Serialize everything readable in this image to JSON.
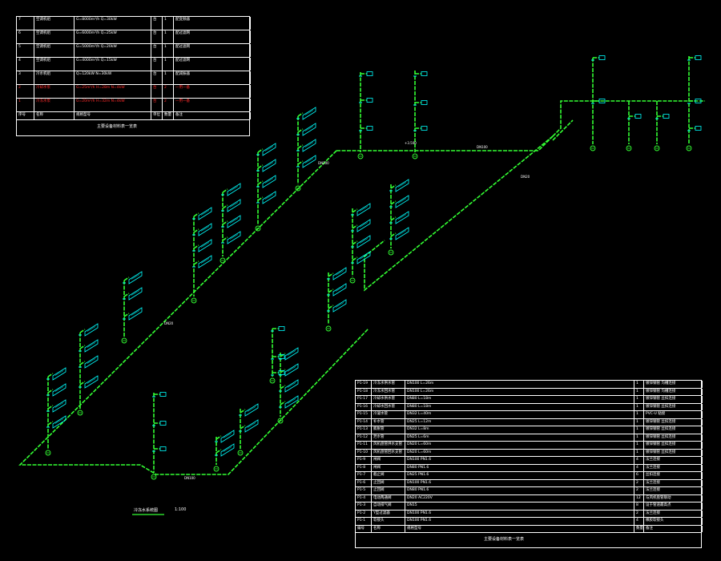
{
  "colors": {
    "background": "#000000",
    "pipe": "#33ff33",
    "valve": "#00ffff",
    "text": "#ffffff",
    "highlight": "#ff2a2a"
  },
  "tables": {
    "top": {
      "caption": "主要设备材料表一览表",
      "rows": [
        {
          "no": "7",
          "name": "空调机组",
          "spec": "G=8000m³/h  Q=30kW",
          "qty": "台",
          "num": "1",
          "remark": "配变频器"
        },
        {
          "no": "6",
          "name": "空调机组",
          "spec": "G=6000m³/h  Q=25kW",
          "qty": "台",
          "num": "1",
          "remark": "配过滤网"
        },
        {
          "no": "5",
          "name": "空调机组",
          "spec": "G=5000m³/h  Q=20kW",
          "qty": "台",
          "num": "1",
          "remark": "配过滤网"
        },
        {
          "no": "4",
          "name": "空调机组",
          "spec": "G=4000m³/h  Q=15kW",
          "qty": "台",
          "num": "1",
          "remark": "配过滤网"
        },
        {
          "no": "3",
          "name": "冷水机组",
          "spec": "Q=120kW  N=30kW",
          "qty": "台",
          "num": "1",
          "remark": "配减振器"
        },
        {
          "no": "2",
          "name": "冷却水泵",
          "spec": "G=25m³/h  H=28m  N=4kW",
          "qty": "台",
          "num": "2",
          "remark": "一用一备",
          "red": true
        },
        {
          "no": "1",
          "name": "冷冻水泵",
          "spec": "G=20m³/h  H=32m  N=4kW",
          "qty": "台",
          "num": "2",
          "remark": "一用一备",
          "red": true
        }
      ],
      "header": {
        "no": "序号",
        "name": "名称",
        "spec": "规格型号",
        "qty": "单位",
        "num": "数量",
        "remark": "备注"
      }
    },
    "bottom": {
      "caption": "主要设备材料表一览表",
      "rows": [
        {
          "no": "P1-19",
          "name": "冷冻水供水管",
          "spec": "DN100  L=26m",
          "num": "1",
          "remark": "镀锌钢管 沟槽连接"
        },
        {
          "no": "P1-18",
          "name": "冷冻水回水管",
          "spec": "DN100  L=26m",
          "num": "1",
          "remark": "镀锌钢管 沟槽连接"
        },
        {
          "no": "P1-17",
          "name": "冷却水供水管",
          "spec": "DN80  L=18m",
          "num": "1",
          "remark": "镀锌钢管 丝扣连接"
        },
        {
          "no": "P1-16",
          "name": "冷却水回水管",
          "spec": "DN80  L=18m",
          "num": "1",
          "remark": "镀锌钢管 丝扣连接"
        },
        {
          "no": "P1-15",
          "name": "冷凝水管",
          "spec": "DN32  L=40m",
          "num": "1",
          "remark": "PVC-U 粘接"
        },
        {
          "no": "P1-14",
          "name": "补水管",
          "spec": "DN25  L=12m",
          "num": "1",
          "remark": "镀锌钢管 丝扣连接"
        },
        {
          "no": "P1-13",
          "name": "膨胀管",
          "spec": "DN32  L=8m",
          "num": "1",
          "remark": "镀锌钢管 丝扣连接"
        },
        {
          "no": "P1-12",
          "name": "泄水管",
          "spec": "DN25  L=6m",
          "num": "1",
          "remark": "镀锌钢管 丝扣连接"
        },
        {
          "no": "P1-11",
          "name": "风机盘管供水支管",
          "spec": "DN20  L=60m",
          "num": "1",
          "remark": "镀锌钢管 丝扣连接"
        },
        {
          "no": "P1-10",
          "name": "风机盘管回水支管",
          "spec": "DN20  L=60m",
          "num": "1",
          "remark": "镀锌钢管 丝扣连接"
        },
        {
          "no": "P1-9",
          "name": "闸阀",
          "spec": "DN100  PN1.6",
          "num": "4",
          "remark": "法兰连接"
        },
        {
          "no": "P1-8",
          "name": "闸阀",
          "spec": "DN80  PN1.6",
          "num": "4",
          "remark": "法兰连接"
        },
        {
          "no": "P1-7",
          "name": "截止阀",
          "spec": "DN25  PN1.6",
          "num": "6",
          "remark": "丝扣连接"
        },
        {
          "no": "P1-6",
          "name": "止回阀",
          "spec": "DN100  PN1.6",
          "num": "2",
          "remark": "法兰连接"
        },
        {
          "no": "P1-5",
          "name": "止回阀",
          "spec": "DN80  PN1.6",
          "num": "2",
          "remark": "法兰连接"
        },
        {
          "no": "P1-4",
          "name": "电动两通阀",
          "spec": "DN20  AC220V",
          "num": "12",
          "remark": "与风机盘管联动"
        },
        {
          "no": "P1-3",
          "name": "自动排气阀",
          "spec": "DN15",
          "num": "8",
          "remark": "设于管道最高点"
        },
        {
          "no": "P1-2",
          "name": "Y型过滤器",
          "spec": "DN100  PN1.6",
          "num": "2",
          "remark": "法兰连接"
        },
        {
          "no": "P1-1",
          "name": "软接头",
          "spec": "DN100  PN1.6",
          "num": "4",
          "remark": "橡胶软接头"
        }
      ],
      "header": {
        "no": "编号",
        "name": "名称",
        "spec": "规格型号",
        "num": "数量",
        "remark": "备注"
      }
    }
  },
  "diagram": {
    "title": "冷冻水系统图",
    "scale": "1:100",
    "pipe_label": "DN100",
    "branch_label": "DN20",
    "elev_label": "+3.500"
  }
}
